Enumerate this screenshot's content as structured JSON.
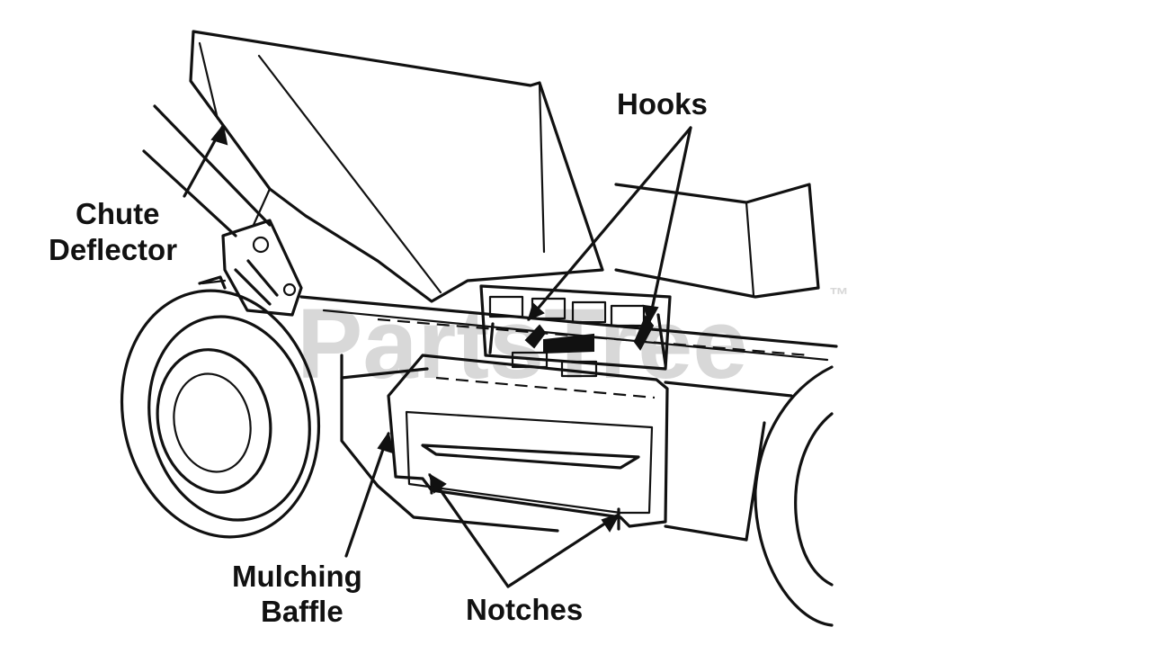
{
  "watermark": {
    "text": "PartsTree",
    "trademark": "™"
  },
  "labels": {
    "hooks": "Hooks",
    "chute_line1": "Chute",
    "chute_line2": "Deflector",
    "mulching_line1": "Mulching",
    "mulching_line2": "Baffle",
    "notches": "Notches"
  },
  "colors": {
    "ink": "#111111",
    "paper": "#ffffff",
    "watermark": "#d8d8d8"
  }
}
